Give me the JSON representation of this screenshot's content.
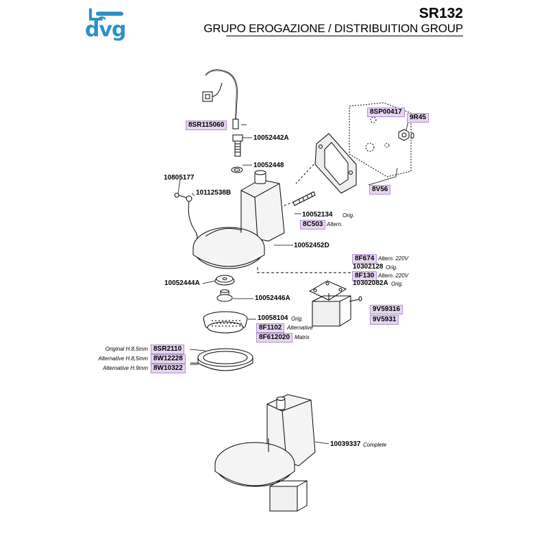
{
  "header": {
    "brand": "dvg",
    "code": "SR132",
    "subtitle": "GRUPO EROGAZIONE / DISTRIBUITION GROUP"
  },
  "colors": {
    "brand_blue": "#2e90c8",
    "label_highlight": "#e6d5f0",
    "label_border": "#b18ecc"
  },
  "parts": {
    "p8SP00417": "8SP00417",
    "p9R45": "9R45",
    "p8SR115060": "8SR115060",
    "p10052442A": "10052442A",
    "p10052448": "10052448",
    "p10805177": "10805177",
    "p10112538B": "10112538B",
    "p8V56": "8V56",
    "p10052134": "10052134",
    "n10052134": "Orig.",
    "p8C503": "8C503",
    "n8C503": "Altern.",
    "p10052452D": "10052452D",
    "p8F674": "8F674",
    "n8F674": "Altern. 220V",
    "p10302128": "10302128",
    "n10302128": "Orig.",
    "p8F130": "8F130",
    "n8F130": "Altern. 220V",
    "p10302082A": "10302082A",
    "n10302082A": "Orig.",
    "p10052444A": "10052444A",
    "p10052446A": "10052446A",
    "p9V59316": "9V59316",
    "p9V5931": "9V5931",
    "p10058104": "10058104",
    "n10058104": "Orig.",
    "p8F1102": "8F1102",
    "n8F1102": "Alternative",
    "p8F612020": "8F612020",
    "n8F612020": "Matrix",
    "p8SR2110": "8SR2110",
    "n8SR2110": "Original H.8,5mm",
    "p8W12228": "8W12228",
    "n8W12228": "Alternative H.8,5mm",
    "p8W10322": "8W10322",
    "n8W10322": "Alternative H.9mm",
    "p10039337": "10039337",
    "n10039337": "Complete"
  }
}
